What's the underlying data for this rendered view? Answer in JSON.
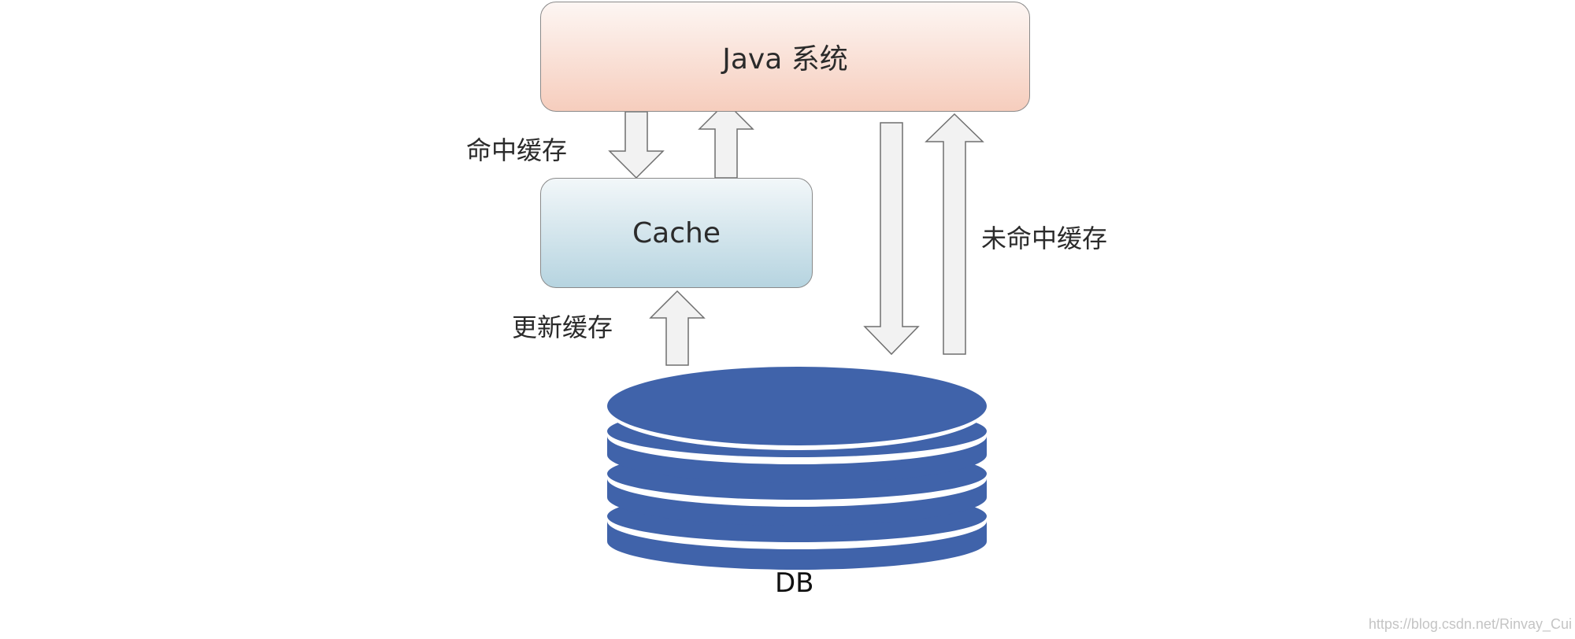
{
  "nodes": {
    "java_system": "Java 系统",
    "cache": "Cache",
    "db": "DB"
  },
  "edges": {
    "cache_hit": "命中缓存",
    "update_cache": "更新缓存",
    "cache_miss": "未命中缓存"
  },
  "watermark": "https://blog.csdn.net/Rinvay_Cui",
  "colors": {
    "java_box_top": "#fdf6f3",
    "java_box_bottom": "#f6cdbd",
    "cache_box_top": "#f2f7f9",
    "cache_box_bottom": "#b6d4e0",
    "db_fill": "#4063aa",
    "arrow_fill": "#f2f2f2",
    "arrow_stroke": "#6f6f6f"
  },
  "icons": {
    "db": "database-cylinder-icon"
  }
}
